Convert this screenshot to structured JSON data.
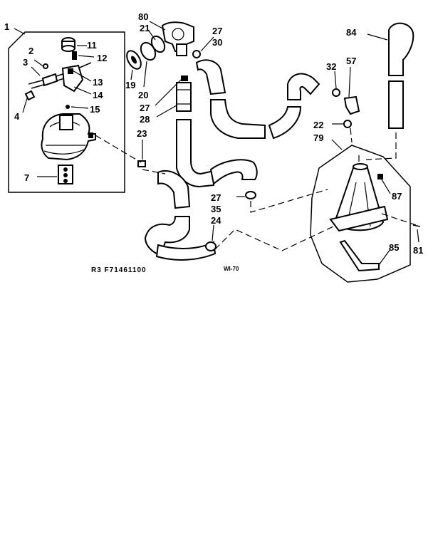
{
  "labels": {
    "l1": "1",
    "l2": "2",
    "l3": "3",
    "l4": "4",
    "l7": "7",
    "l11": "11",
    "l12": "12",
    "l13": "13",
    "l14": "14",
    "l15": "15",
    "l80": "80",
    "l21": "21",
    "l19": "19",
    "l20": "20",
    "l27a": "27",
    "l28": "28",
    "l23": "23",
    "l27b": "27",
    "l30": "30",
    "l27c": "27",
    "l35": "35",
    "l24": "24",
    "l84": "84",
    "l32": "32",
    "l57": "57",
    "l22": "22",
    "l79": "79",
    "l87": "87",
    "l85": "85",
    "l81": "81"
  },
  "caption": {
    "part_no": "R3 F71461100",
    "drawing_no": "WI-70"
  }
}
